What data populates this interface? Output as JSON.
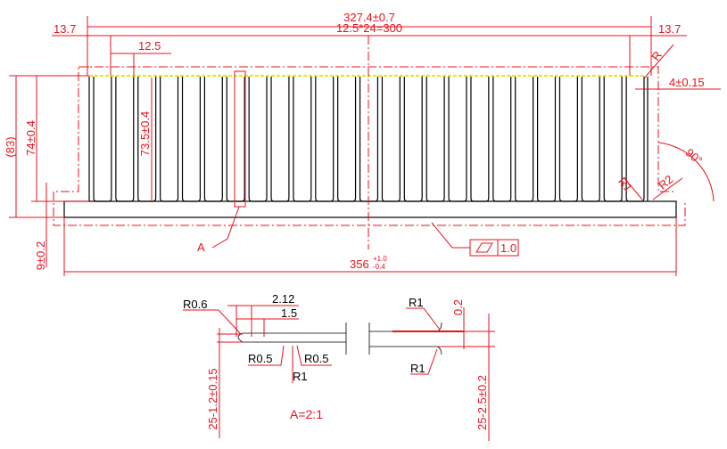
{
  "drawing": {
    "dims": {
      "overall_width": "327.4±0.7",
      "pitch_total": "12.5*24=300",
      "edge_left": "13.7",
      "edge_right": "13.7",
      "pitch": "12.5",
      "height_83": "(83)",
      "height_74": "74±0.4",
      "fin_height": "73.5±0.4",
      "fin_thick_end": "4±0.15",
      "base_thick": "9±0.2",
      "base_width": "356",
      "base_width_tol_upper": "+1.0",
      "base_width_tol_lower": "-0.4",
      "angle": "90°",
      "radius_top": "R",
      "radius_r1": "R1",
      "radius_r2": "R2",
      "flatness": "1.0",
      "detail_label": "A"
    },
    "detail": {
      "scale_label": "A=2:1",
      "r06": "R0.6",
      "d212": "2.12",
      "d15": "1.5",
      "r05_left": "R0.5",
      "r05_right": "R0.5",
      "r1_bottom": "R1",
      "r1_top_right": "R1",
      "r1_bottom_right": "R1",
      "d02": "0.2",
      "tip_thick": "25-1.2±0.15",
      "root_thick": "25-2.5±0.2"
    },
    "fin_count": 26
  }
}
